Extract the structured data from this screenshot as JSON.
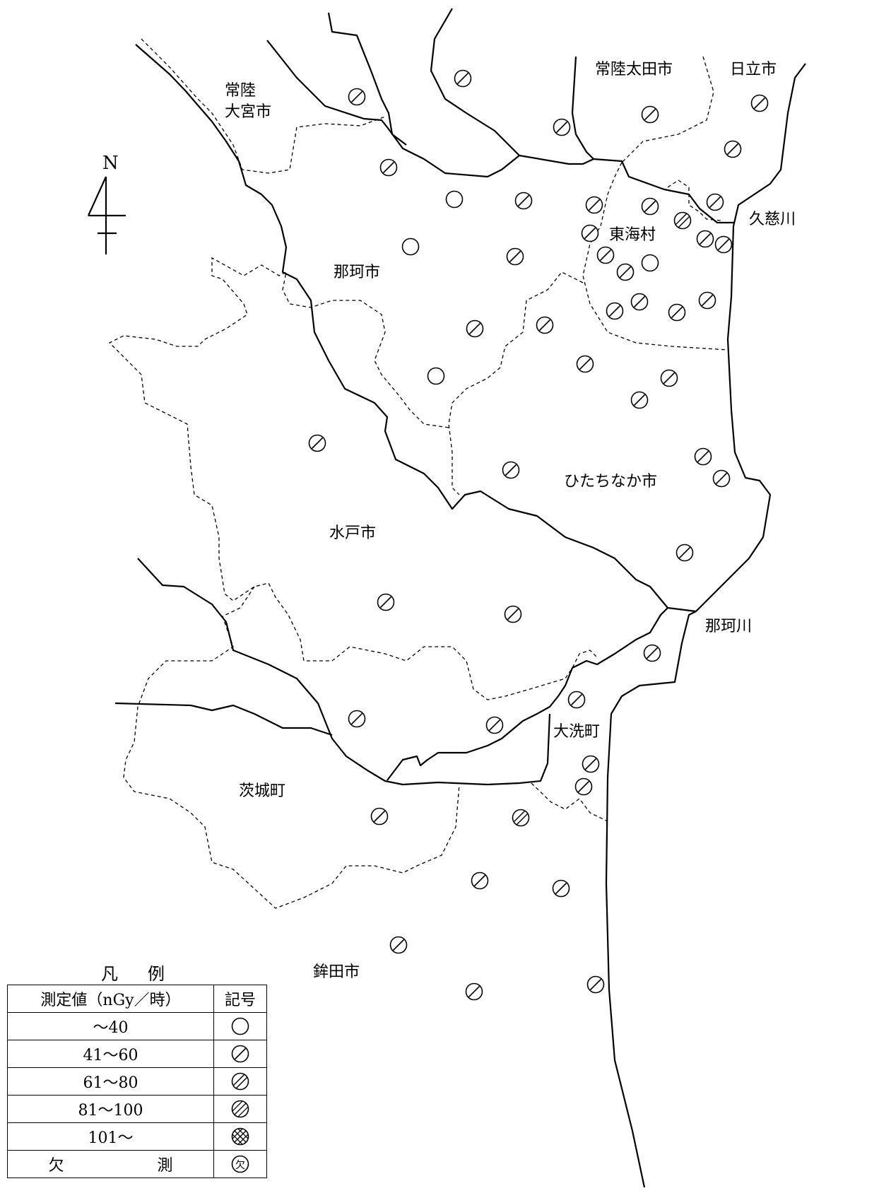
{
  "compass": {
    "label": "N"
  },
  "places": {
    "hitachiota": "常陸太田市",
    "hitachi": "日立市",
    "hitachiomiya": "常陸\n大宮市",
    "kujigawa": "久慈川",
    "tokai": "東海村",
    "naka": "那珂市",
    "hitachinaka": "ひたちなか市",
    "mito": "水戸市",
    "nakagawa": "那珂川",
    "oarai": "大洗町",
    "ibaraki": "茨城町",
    "hokota": "鉾田市"
  },
  "legend": {
    "title": [
      "凡",
      "例"
    ],
    "header": {
      "value": "測定値（nGy／時）",
      "symbol": "記号"
    },
    "rows": [
      {
        "label": "〜40",
        "symbol": "open-circle"
      },
      {
        "label": "41〜60",
        "symbol": "circle-1-hatch"
      },
      {
        "label": "61〜80",
        "symbol": "circle-2-hatch"
      },
      {
        "label": "81〜100",
        "symbol": "circle-3-hatch"
      },
      {
        "label": "101〜",
        "symbol": "circle-cross-hatch"
      },
      {
        "label": "欠　　　　　　測",
        "symbol": "circle-missing"
      }
    ]
  },
  "measurement_points": [
    {
      "category": "41〜60"
    },
    {
      "category": "41〜60"
    },
    {
      "category": "41〜60"
    },
    {
      "category": "41〜60"
    },
    {
      "category": "41〜60"
    },
    {
      "category": "41〜60"
    },
    {
      "category": "41〜60"
    },
    {
      "category": "〜40"
    },
    {
      "category": "41〜60"
    },
    {
      "category": "41〜60"
    },
    {
      "category": "41〜60"
    },
    {
      "category": "41〜60"
    },
    {
      "category": "61〜80"
    },
    {
      "category": "〜40"
    },
    {
      "category": "41〜60"
    },
    {
      "category": "41〜60"
    },
    {
      "category": "41〜60"
    },
    {
      "category": "41〜60"
    },
    {
      "category": "41〜60"
    },
    {
      "category": "41〜60"
    },
    {
      "category": "〜40"
    },
    {
      "category": "41〜60"
    },
    {
      "category": "41〜60"
    },
    {
      "category": "41〜60"
    },
    {
      "category": "41〜60"
    },
    {
      "category": "41〜60"
    },
    {
      "category": "41〜60"
    },
    {
      "category": "〜40"
    },
    {
      "category": "41〜60"
    },
    {
      "category": "41〜60"
    },
    {
      "category": "41〜60"
    },
    {
      "category": "41〜60"
    },
    {
      "category": "41〜60"
    },
    {
      "category": "41〜60"
    },
    {
      "category": "41〜60"
    },
    {
      "category": "41〜60"
    },
    {
      "category": "41〜60"
    },
    {
      "category": "41〜60"
    },
    {
      "category": "41〜60"
    },
    {
      "category": "41〜60"
    },
    {
      "category": "41〜60"
    },
    {
      "category": "41〜60"
    },
    {
      "category": "41〜60"
    },
    {
      "category": "41〜60"
    },
    {
      "category": "41〜60"
    },
    {
      "category": "61〜80"
    },
    {
      "category": "41〜60"
    },
    {
      "category": "41〜60"
    },
    {
      "category": "41〜60"
    },
    {
      "category": "41〜60"
    },
    {
      "category": "41〜60"
    }
  ]
}
